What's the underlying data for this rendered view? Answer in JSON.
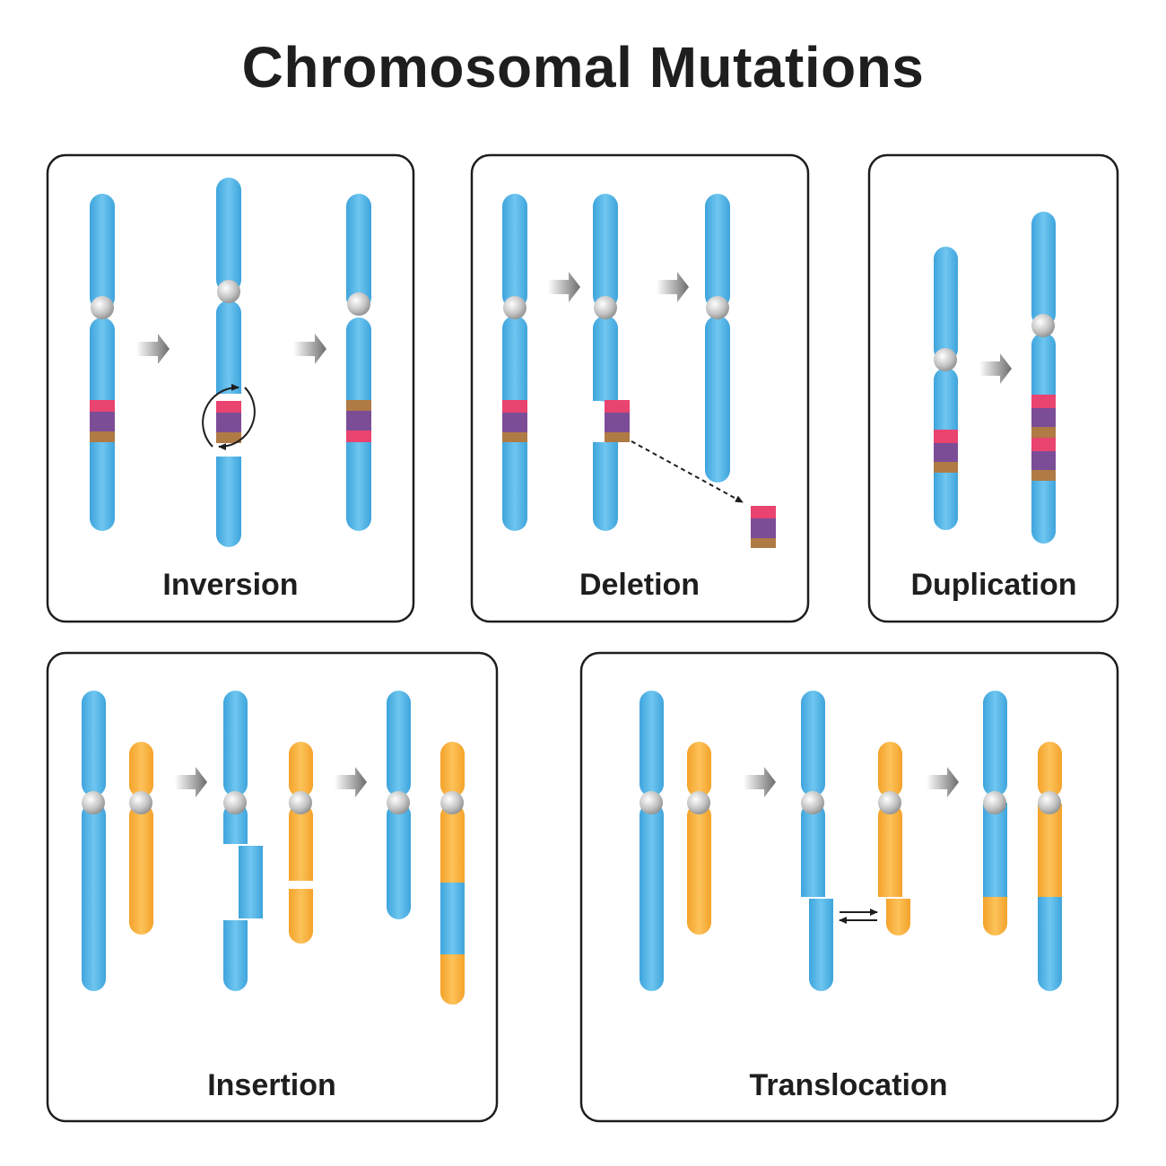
{
  "title": "Chromosomal Mutations",
  "panels": {
    "inversion": "Inversion",
    "deletion": "Deletion",
    "duplication": "Duplication",
    "insertion": "Insertion",
    "translocation": "Translocation"
  },
  "colors": {
    "chromosome_blue": "#4fb3e6",
    "chromosome_orange": "#f7b03a",
    "band_pink": "#e9436f",
    "band_purple": "#7c4d97",
    "band_brown": "#b07a45",
    "centromere": "#b9b9b9",
    "panel_border": "#1e1e1e"
  }
}
